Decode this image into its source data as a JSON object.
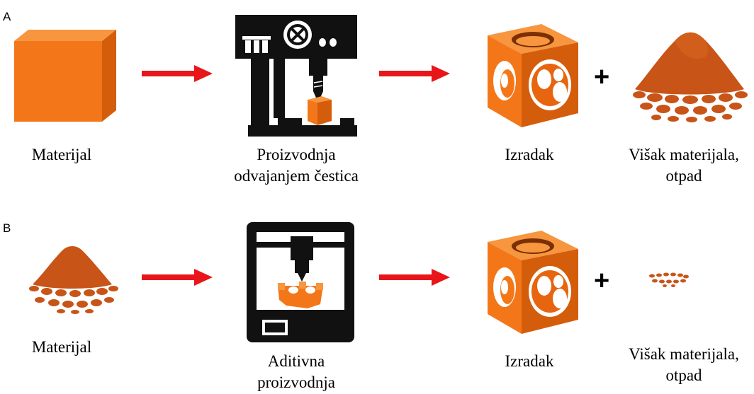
{
  "colors": {
    "orange_light": "#f47b20",
    "orange_mid": "#e8650f",
    "orange_dark": "#c84f08",
    "powder": "#c85418",
    "powder_dark": "#a9410f",
    "arrow_red": "#e8161b",
    "machine_black": "#111111"
  },
  "panel_a": {
    "letter": "A",
    "material_label": "Materijal",
    "process_label_line1": "Proizvodnja",
    "process_label_line2": "odvajanjem čestica",
    "product_label": "Izradak",
    "waste_label_line1": "Višak materijala,",
    "waste_label_line2": "otpad",
    "plus": "+"
  },
  "panel_b": {
    "letter": "B",
    "material_label": "Materijal",
    "process_label_line1": "Aditivna",
    "process_label_line2": "proizvodnja",
    "product_label": "Izradak",
    "waste_label_line1": "Višak materijala,",
    "waste_label_line2": "otpad",
    "plus": "+"
  },
  "icons": {
    "raw_block": "solid-cube-icon",
    "machining": "drill-press-icon",
    "printer": "3d-printer-icon",
    "part": "lattice-cube-icon",
    "powder": "powder-pile-icon",
    "arrow": "arrow-right-icon"
  }
}
